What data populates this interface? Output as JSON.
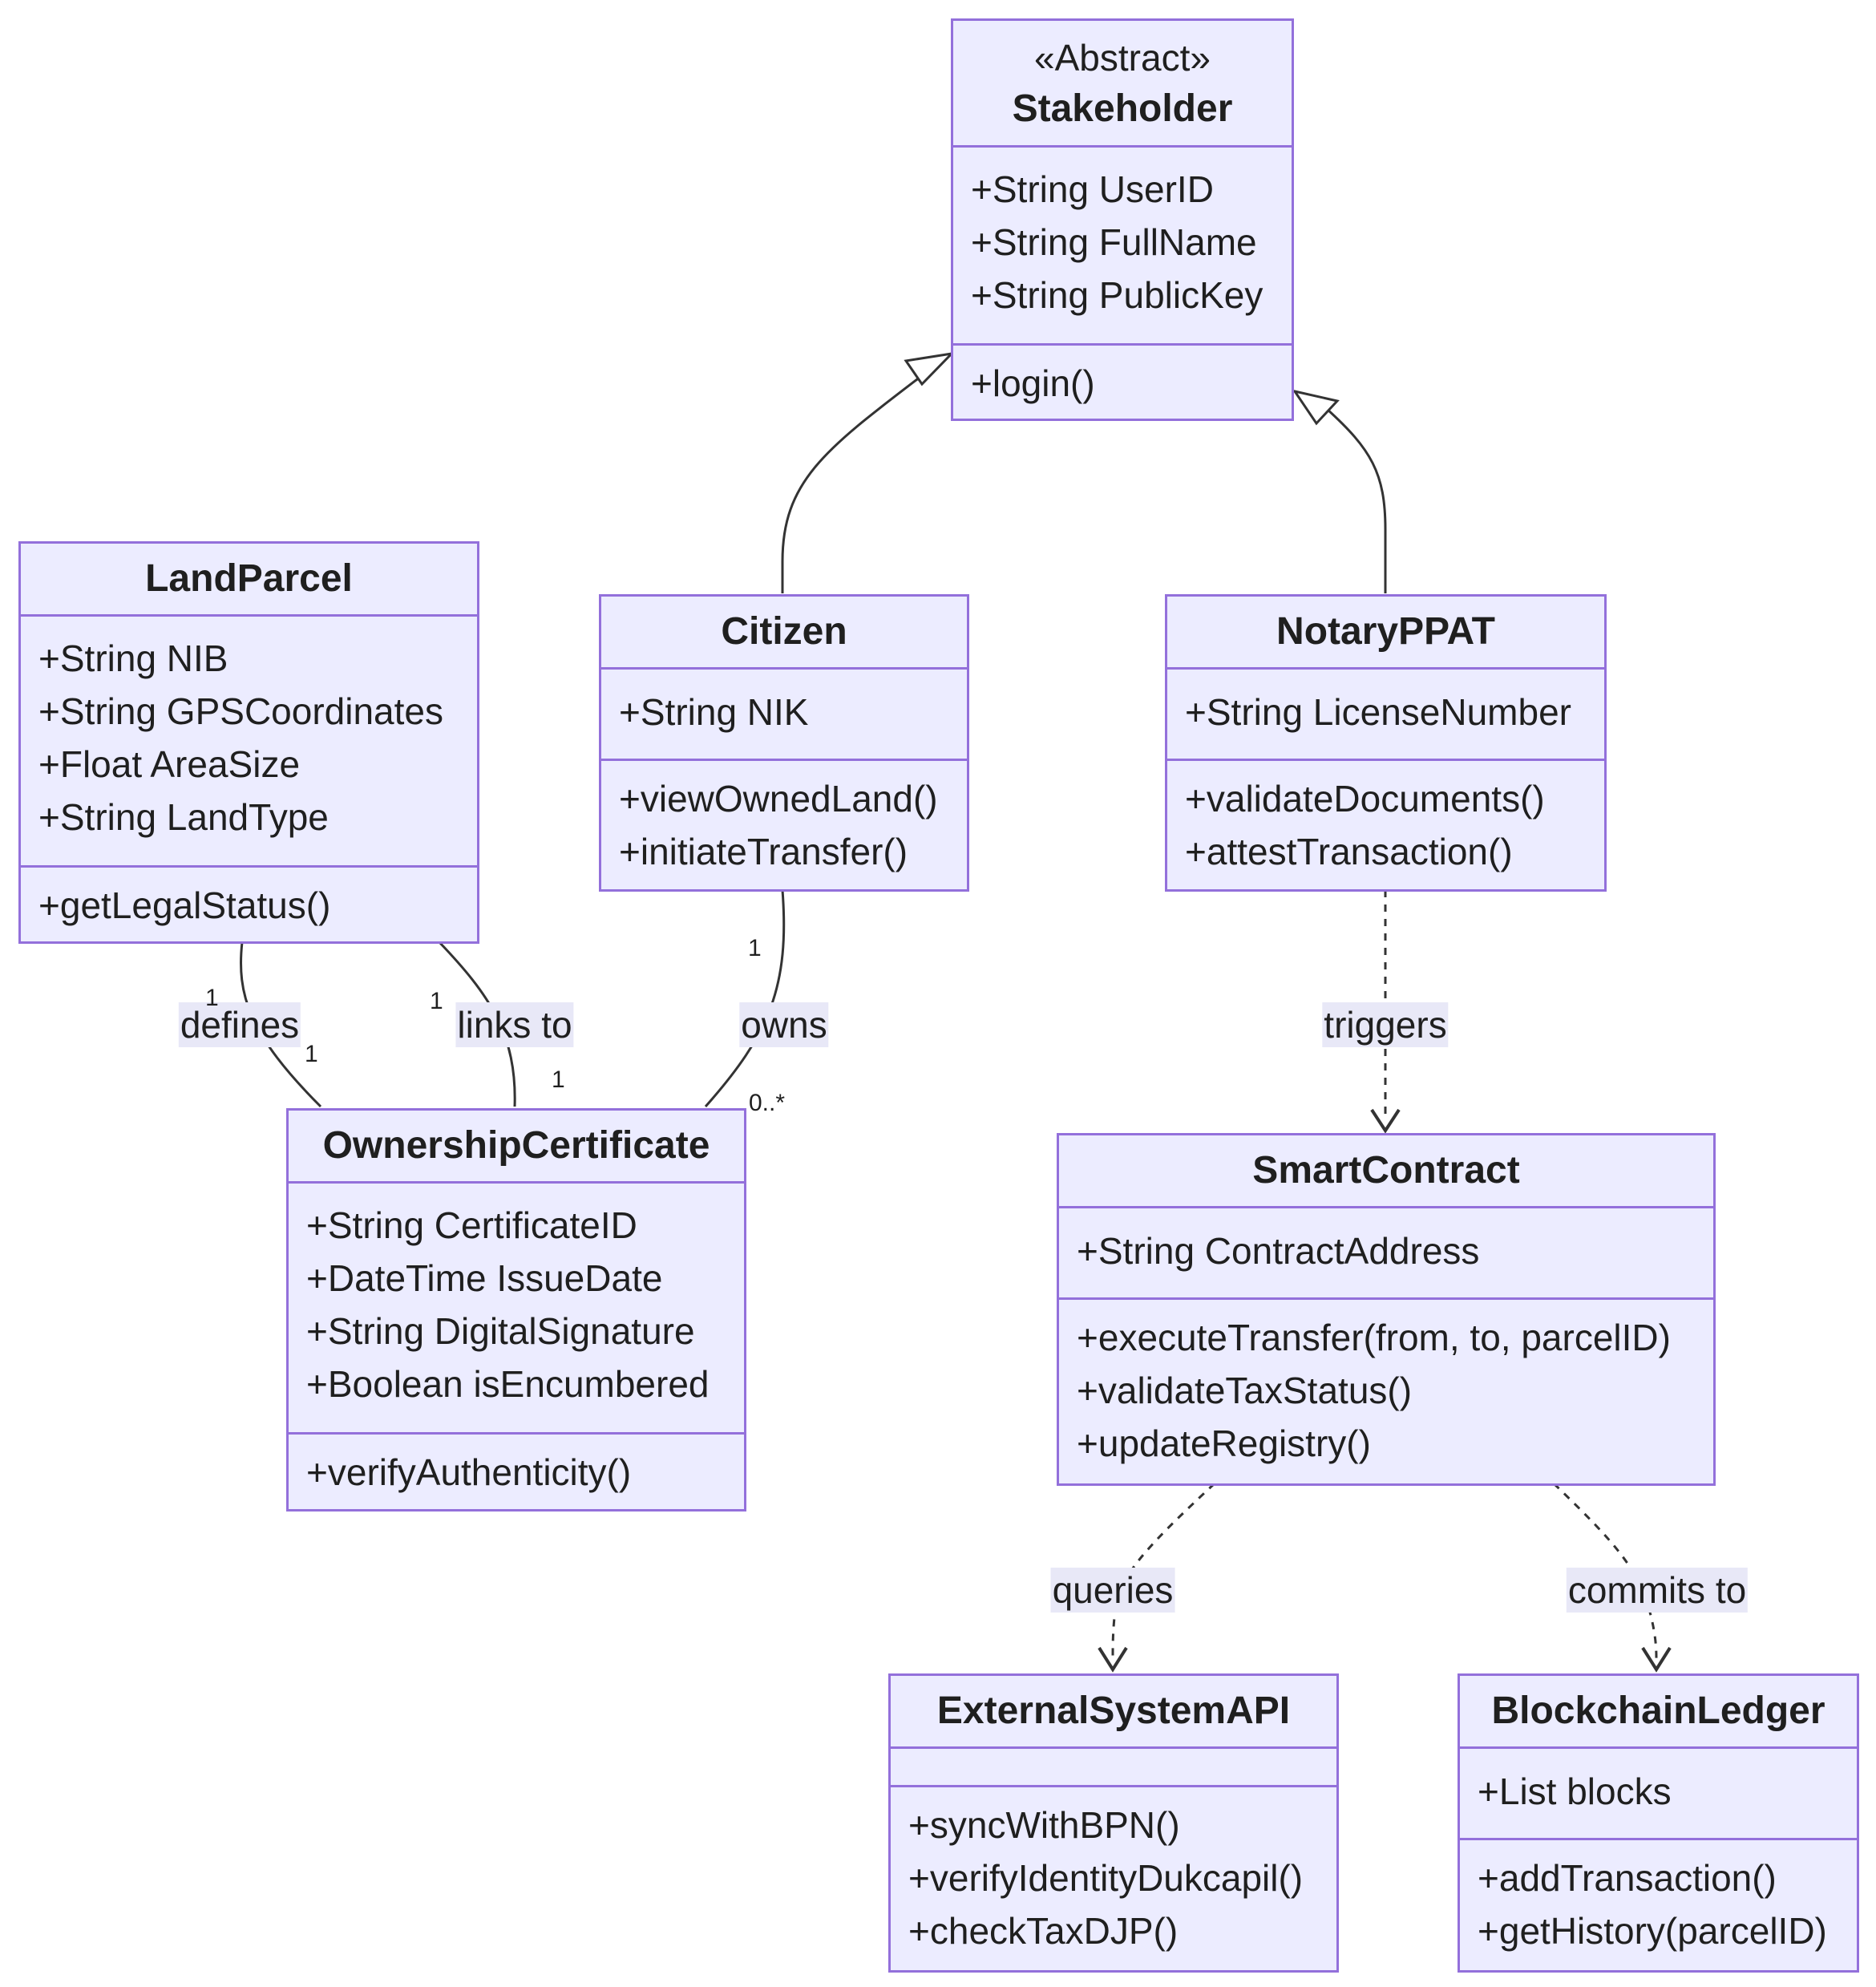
{
  "classes": {
    "stakeholder": {
      "stereotype": "«Abstract»",
      "name": "Stakeholder",
      "attributes": [
        "+String UserID",
        "+String FullName",
        "+String PublicKey"
      ],
      "methods": [
        "+login()"
      ]
    },
    "landparcel": {
      "name": "LandParcel",
      "attributes": [
        "+String NIB",
        "+String GPSCoordinates",
        "+Float AreaSize",
        "+String LandType"
      ],
      "methods": [
        "+getLegalStatus()"
      ]
    },
    "citizen": {
      "name": "Citizen",
      "attributes": [
        "+String NIK"
      ],
      "methods": [
        "+viewOwnedLand()",
        "+initiateTransfer()"
      ]
    },
    "notaryppat": {
      "name": "NotaryPPAT",
      "attributes": [
        "+String LicenseNumber"
      ],
      "methods": [
        "+validateDocuments()",
        "+attestTransaction()"
      ]
    },
    "ownershipcertificate": {
      "name": "OwnershipCertificate",
      "attributes": [
        "+String CertificateID",
        "+DateTime IssueDate",
        "+String DigitalSignature",
        "+Boolean isEncumbered"
      ],
      "methods": [
        "+verifyAuthenticity()"
      ]
    },
    "smartcontract": {
      "name": "SmartContract",
      "attributes": [
        "+String ContractAddress"
      ],
      "methods": [
        "+executeTransfer(from, to, parcelID)",
        "+validateTaxStatus()",
        "+updateRegistry()"
      ]
    },
    "externalsystemapi": {
      "name": "ExternalSystemAPI",
      "attributes": [],
      "methods": [
        "+syncWithBPN()",
        "+verifyIdentityDukcapil()",
        "+checkTaxDJP()"
      ]
    },
    "blockchainledger": {
      "name": "BlockchainLedger",
      "attributes": [
        "+List blocks"
      ],
      "methods": [
        "+addTransaction()",
        "+getHistory(parcelID)"
      ]
    }
  },
  "relations": {
    "defines": {
      "label": "defines",
      "source_mult": "1",
      "target_mult": "1"
    },
    "links_to": {
      "label": "links to",
      "source_mult": "1",
      "target_mult": "1"
    },
    "owns": {
      "label": "owns",
      "source_mult": "1",
      "target_mult": "0..*"
    },
    "triggers": {
      "label": "triggers"
    },
    "queries": {
      "label": "queries"
    },
    "commits_to": {
      "label": "commits to"
    }
  },
  "colors": {
    "class_fill": "#ececff",
    "class_border": "#9370db",
    "line": "#333333",
    "label_bg": "#e8e8f7"
  }
}
